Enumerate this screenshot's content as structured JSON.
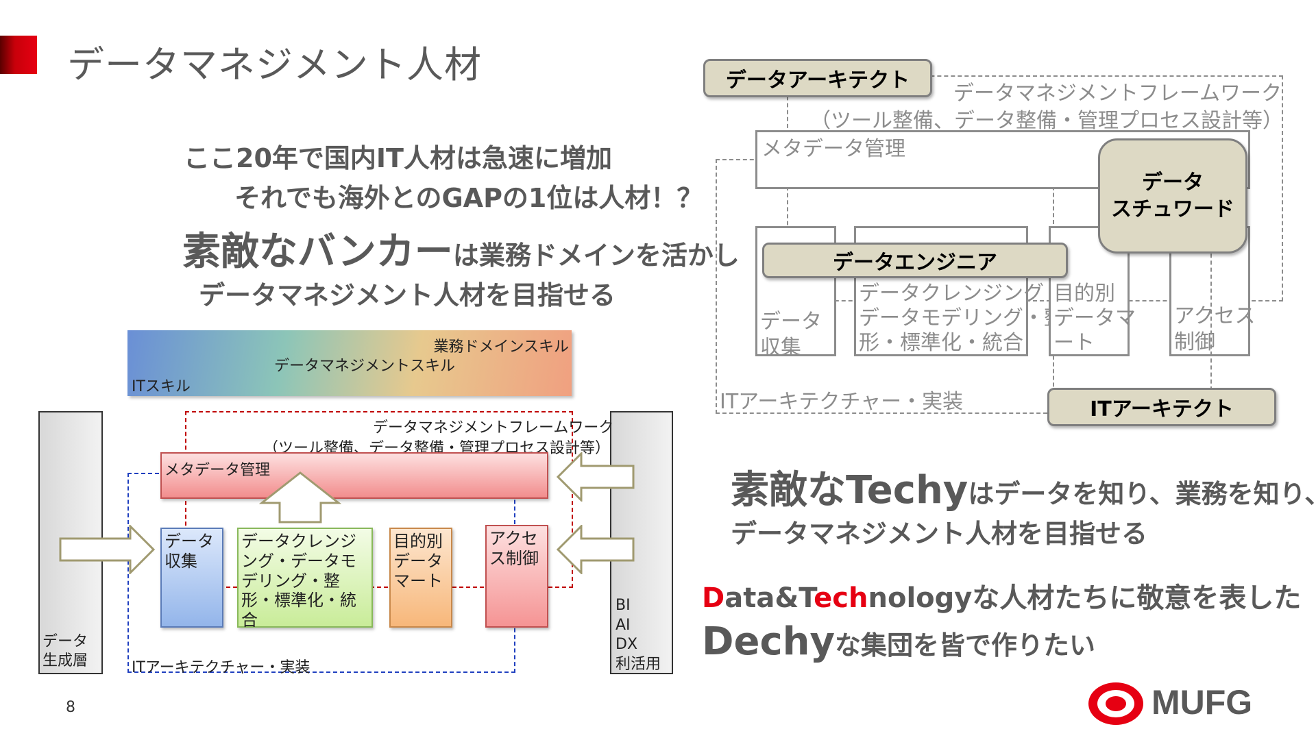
{
  "slide": {
    "title": "データマネジメント人材",
    "page_number": "8"
  },
  "messages": {
    "line1": "ここ20年で国内IT人材は急速に増加",
    "line2": "それでも海外とのGAPの1位は人材！？",
    "line3_big": "素敵なバンカー",
    "line3_rest": "は業務ドメインを活かし",
    "line4": "データマネジメント人材を目指せる",
    "techy_big": "素敵なTechy",
    "techy_rest": "はデータを知り、業務を知り、",
    "techy_line2": "データマネジメント人材を目指せる",
    "dechy_d": "D",
    "dechy_ata": "ata",
    "dechy_amp": "&T",
    "dechy_ech": "ech",
    "dechy_rest": "nologyな人材たちに敬意を表した",
    "dechy_big": "Dechy",
    "dechy_end": "な集団を皆で作りたい"
  },
  "left_diagram": {
    "skills": {
      "business": "業務ドメインスキル",
      "datamgmt": "データマネジメントスキル",
      "it": "ITスキル"
    },
    "left_column": "データ生成層",
    "right_column_lines": [
      "BI",
      "AI",
      "DX",
      "利活用"
    ],
    "framework_line1": "データマネジメントフレームワーク",
    "framework_line2": "（ツール整備、データ整備・管理プロセス設計等）",
    "metadata": "メタデータ管理",
    "collect": "データ収集",
    "cleansing": "データクレンジング・データモデリング・整形・標準化・統合",
    "purpose": "目的別データマート",
    "access": "アクセス制御",
    "it_arch": "ITアーキテクチャー・実装",
    "colors": {
      "metadata": "#f4a6a6",
      "collect": "#a9c4ef",
      "cleansing": "#d6f0b0",
      "purpose": "#f9c591",
      "access": "#f7a3a3"
    }
  },
  "right_diagram": {
    "data_architect": "データアーキテクト",
    "framework_line1": "データマネジメントフレームワーク",
    "framework_line2": "（ツール整備、データ整備・管理プロセス設計等）",
    "metadata": "メタデータ管理",
    "steward_line1": "データ",
    "steward_line2": "スチュワード",
    "engineer": "データエンジニア",
    "collect_l1": "データ",
    "collect_l2": "収集",
    "cleansing_l1": "データクレンジング・",
    "cleansing_l2": "データモデリング・整",
    "cleansing_l3": "形・標準化・統合",
    "purpose_l1": "目的別",
    "purpose_l2": "データマ",
    "purpose_l3": "ート",
    "access_l1": "アクセス",
    "access_l2": "制御",
    "it_arch": "ITアーキテクチャー・実装",
    "it_architect": "ITアーキテクト"
  },
  "logo": {
    "text": "MUFG",
    "color": "#e60012"
  }
}
